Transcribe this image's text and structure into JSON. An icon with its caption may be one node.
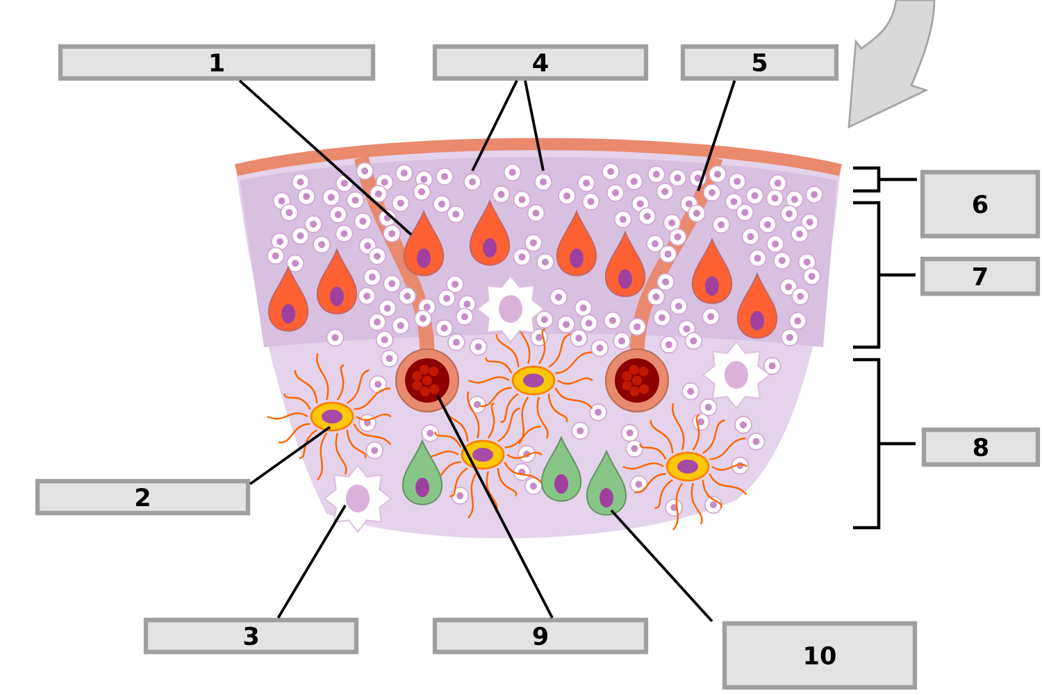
{
  "diagram": {
    "nodes": [
      {
        "text": [
          "1"
        ]
      },
      {
        "text": [
          "4"
        ]
      },
      {
        "text": [
          "5"
        ]
      },
      {
        "text": [
          "6"
        ]
      },
      {
        "text": [
          "7"
        ]
      },
      {
        "text": [
          "8"
        ]
      },
      {
        "text": [
          "2"
        ]
      },
      {
        "text": [
          "3"
        ]
      },
      {
        "text": [
          "9"
        ]
      },
      {
        "text": [
          "10"
        ]
      }
    ],
    "edges": [
      {
        "from": 0,
        "to": null,
        "arrow": "none"
      },
      {
        "from": 1,
        "to": null,
        "arrow": "none"
      },
      {
        "from": 1,
        "to": null,
        "arrow": "none"
      },
      {
        "from": 2,
        "to": null,
        "arrow": "none"
      },
      {
        "from": 6,
        "to": null,
        "arrow": "none"
      },
      {
        "from": 7,
        "to": null,
        "arrow": "none"
      },
      {
        "from": 8,
        "to": null,
        "arrow": "none"
      },
      {
        "from": 9,
        "to": null,
        "arrow": "none"
      }
    ]
  }
}
